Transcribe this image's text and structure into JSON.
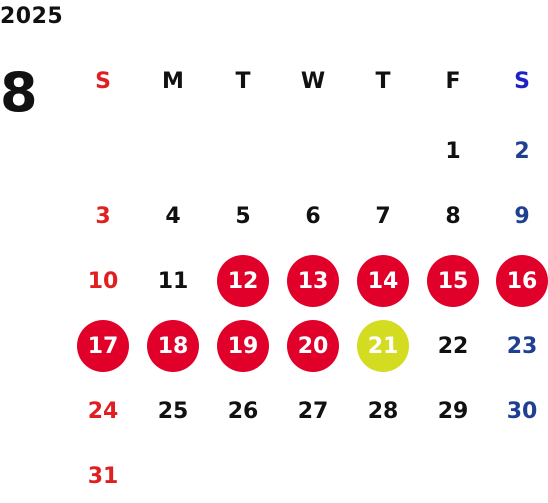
{
  "header": {
    "year": "2025",
    "month": "8"
  },
  "colors": {
    "sunday": "#e02020",
    "saturday_header": "#1c22c8",
    "saturday_day": "#1f3f91",
    "weekday": "#111111",
    "marked_fill": "#e0002a",
    "today_fill": "#d4dc22",
    "marked_text": "#ffffff"
  },
  "weekdays": [
    "S",
    "M",
    "T",
    "W",
    "T",
    "F",
    "S"
  ],
  "weeks": [
    [
      null,
      null,
      null,
      null,
      null,
      "1",
      "2"
    ],
    [
      "3",
      "4",
      "5",
      "6",
      "7",
      "8",
      "9"
    ],
    [
      "10",
      "11",
      "12",
      "13",
      "14",
      "15",
      "16"
    ],
    [
      "17",
      "18",
      "19",
      "20",
      "21",
      "22",
      "23"
    ],
    [
      "24",
      "25",
      "26",
      "27",
      "28",
      "29",
      "30"
    ],
    [
      "31",
      null,
      null,
      null,
      null,
      null,
      null
    ]
  ],
  "marked_days": [
    "12",
    "13",
    "14",
    "15",
    "16",
    "17",
    "18",
    "19",
    "20"
  ],
  "highlighted_day": "21"
}
